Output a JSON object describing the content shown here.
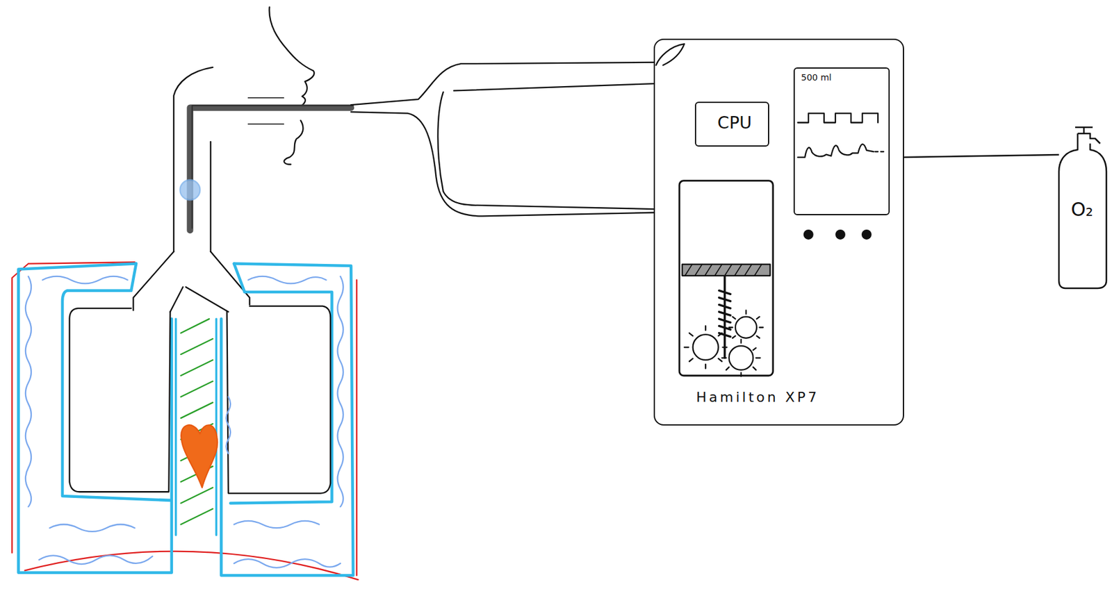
{
  "diagram": {
    "nodes": [
      {
        "text": [
          "Hamilton XP7"
        ]
      },
      {
        "text": [
          "CPU"
        ],
        "in": 0
      },
      {
        "text": [
          "500 ml"
        ],
        "in": 0
      },
      {
        "text": [
          "O₂"
        ]
      }
    ],
    "edges": [
      {
        "from": 0,
        "to": 3,
        "arrow": "none"
      }
    ]
  }
}
